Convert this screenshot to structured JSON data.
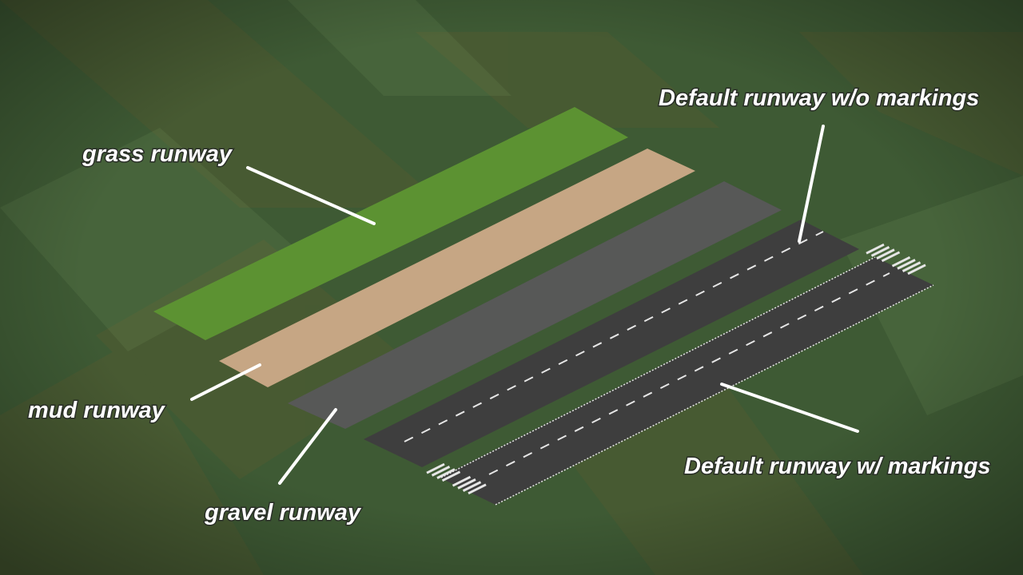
{
  "scene": {
    "view": "isometric",
    "ground_color": "#3e5a34"
  },
  "runways": [
    {
      "id": "grass",
      "label": "grass runway",
      "surface": "grass",
      "color": "#5c9232",
      "markings": "none"
    },
    {
      "id": "mud",
      "label": "mud runway",
      "surface": "mud",
      "color": "#c6a684",
      "markings": "none"
    },
    {
      "id": "gravel",
      "label": "gravel runway",
      "surface": "gravel",
      "color": "#575857",
      "markings": "none"
    },
    {
      "id": "default-no-markings",
      "label": "Default runway w/o markings",
      "surface": "asphalt",
      "color": "#3e3e3e",
      "markings": "centerline"
    },
    {
      "id": "default-markings",
      "label": "Default runway w/ markings",
      "surface": "asphalt",
      "color": "#3e3e3e",
      "markings": "full"
    }
  ],
  "colors": {
    "label_text": "#ffffff",
    "leader_line": "#ffffff",
    "marking": "#e6e6e6"
  }
}
